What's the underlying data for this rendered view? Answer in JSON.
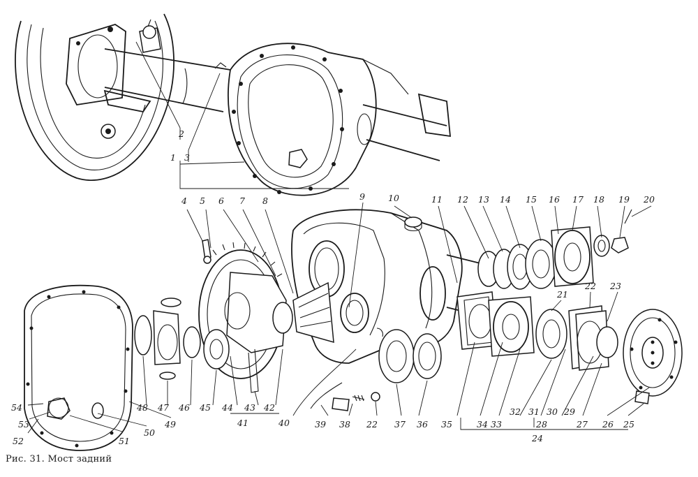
{
  "caption": "Рис. 31. Мост задний",
  "callouts": [
    "1",
    "2",
    "3",
    "4",
    "5",
    "6",
    "7",
    "8",
    "9",
    "10",
    "11",
    "12",
    "13",
    "14",
    "15",
    "16",
    "17",
    "18",
    "19",
    "20",
    "21",
    "22",
    "23",
    "24",
    "25",
    "26",
    "27",
    "28",
    "29",
    "30",
    "31",
    "32",
    "33",
    "34",
    "35",
    "36",
    "37",
    "38",
    "39",
    "40",
    "41",
    "42",
    "43",
    "44",
    "45",
    "46",
    "47",
    "48",
    "49",
    "50",
    "51",
    "52",
    "53",
    "54"
  ],
  "callout_22_second": "22"
}
